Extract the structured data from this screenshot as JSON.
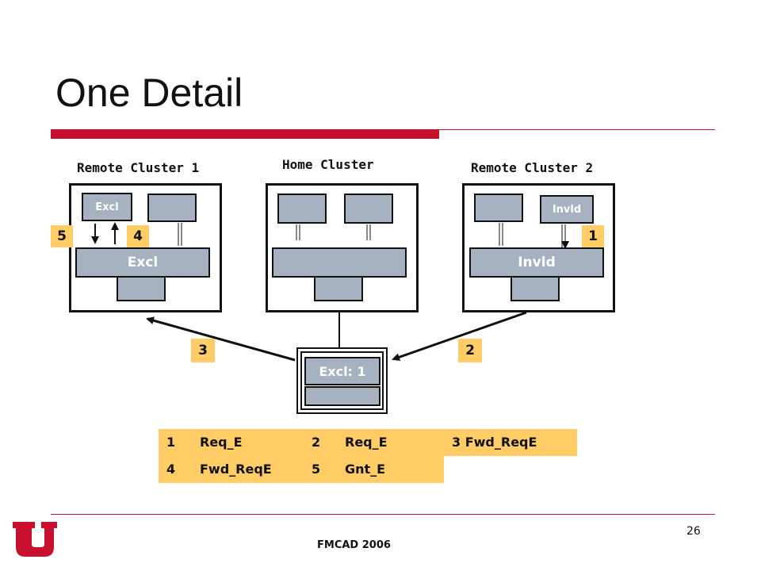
{
  "slide": {
    "title": "One Detail",
    "footer": "FMCAD 2006",
    "page_number": "26"
  },
  "clusters": {
    "remote1": {
      "label": "Remote Cluster 1",
      "cache_label": "Excl",
      "directory_label": "Excl"
    },
    "home": {
      "label": "Home Cluster"
    },
    "remote2": {
      "label": "Remote Cluster 2",
      "cache_label": "Invld",
      "directory_label": "Invld"
    }
  },
  "directory": {
    "label": "Excl: 1"
  },
  "badges": {
    "b1": "1",
    "b2": "2",
    "b3": "3",
    "b4": "4",
    "b5": "5"
  },
  "legend": {
    "row1": {
      "c1_num": "1",
      "c1_msg": "Req_E",
      "c2_num": "2",
      "c2_msg": "Req_E",
      "c3": "3 Fwd_ReqE"
    },
    "row2": {
      "c1_num": "4",
      "c1_msg": "Fwd_ReqE",
      "c2_num": "5",
      "c2_msg": "Gnt_E"
    }
  },
  "colors": {
    "accent_red": "#c8102e",
    "badge_fill": "#ffcc66",
    "box_fill": "#a6b2bf"
  }
}
